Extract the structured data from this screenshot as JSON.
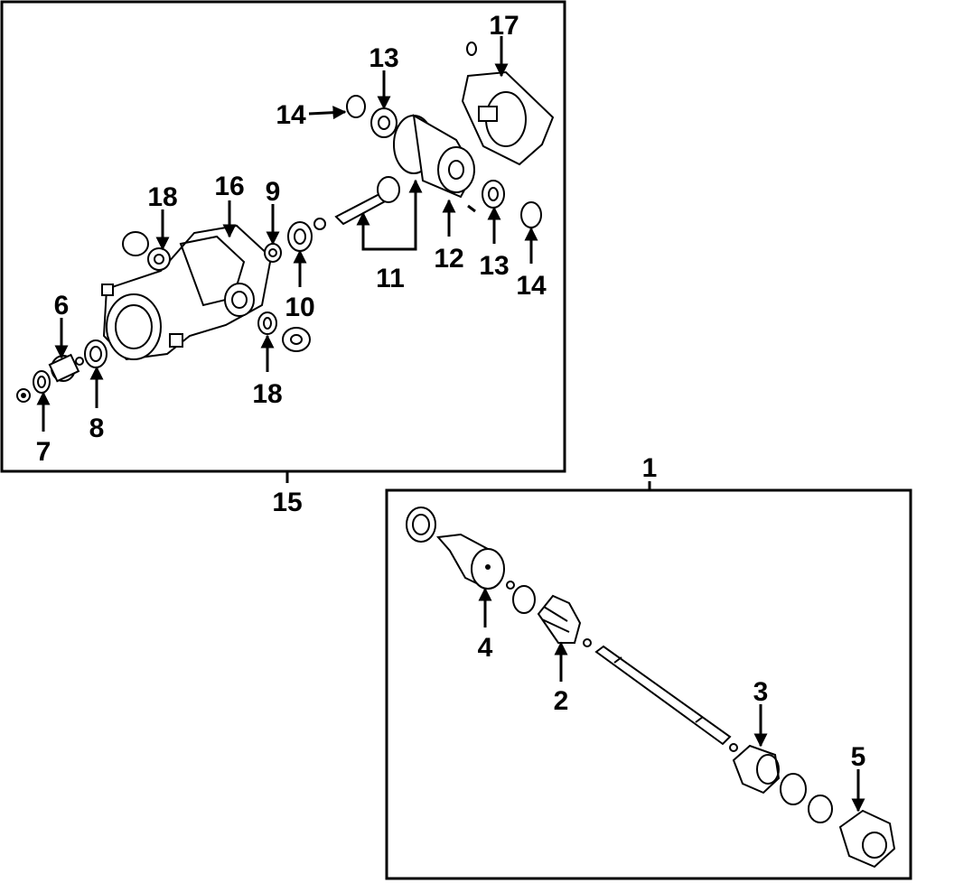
{
  "diagram": {
    "colors": {
      "ink": "#000000",
      "paper": "#ffffff"
    },
    "callouts": {
      "c1": "1",
      "c2": "2",
      "c3": "3",
      "c4": "4",
      "c5": "5",
      "c6": "6",
      "c7": "7",
      "c8": "8",
      "c9": "9",
      "c10": "10",
      "c11": "11",
      "c12": "12",
      "c13a": "13",
      "c13b": "13",
      "c14a": "14",
      "c14b": "14",
      "c15": "15",
      "c16": "16",
      "c17": "17",
      "c18a": "18",
      "c18b": "18"
    }
  }
}
